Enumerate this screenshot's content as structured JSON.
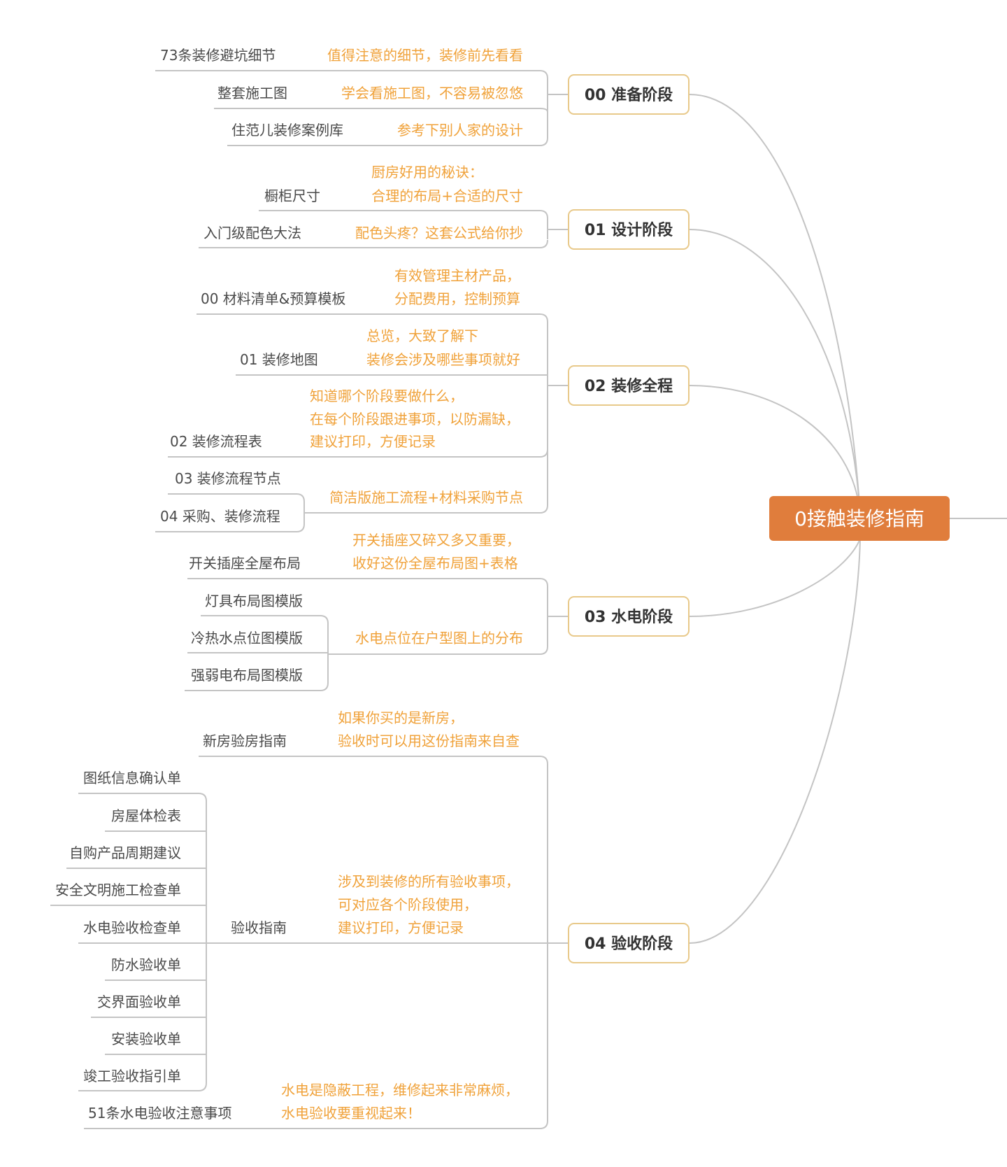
{
  "root": {
    "label": "0接触装修指南",
    "color": "#e07d3c"
  },
  "colors": {
    "note": "#f0a23a",
    "line": "#c4c4c4",
    "stage_border": "#e8c98a"
  },
  "stages": [
    {
      "label": "00 准备阶段",
      "items": [
        {
          "label": "73条装修避坑细节",
          "note": [
            "值得注意的细节，装修前先看看"
          ]
        },
        {
          "label": "整套施工图",
          "note": [
            "学会看施工图，不容易被忽悠"
          ]
        },
        {
          "label": "住范儿装修案例库",
          "note": [
            "参考下别人家的设计"
          ]
        }
      ]
    },
    {
      "label": "01 设计阶段",
      "items": [
        {
          "label": "橱柜尺寸",
          "note": [
            "厨房好用的秘诀：",
            "合理的布局+合适的尺寸"
          ]
        },
        {
          "label": "入门级配色大法",
          "note": [
            "配色头疼？这套公式给你抄"
          ]
        }
      ]
    },
    {
      "label": "02 装修全程",
      "items": [
        {
          "label": "00 材料清单&预算模板",
          "note": [
            "有效管理主材产品，",
            "分配费用，控制预算"
          ]
        },
        {
          "label": "01 装修地图",
          "note": [
            "总览，大致了解下",
            "装修会涉及哪些事项就好"
          ]
        },
        {
          "label": "02 装修流程表",
          "note": [
            "知道哪个阶段要做什么，",
            "在每个阶段跟进事项，以防漏缺，",
            "建议打印，方便记录"
          ]
        },
        {
          "label": "",
          "note": [
            "简洁版施工流程+材料采购节点"
          ],
          "children": [
            "03 装修流程节点",
            "04 采购、装修流程"
          ]
        }
      ]
    },
    {
      "label": "03 水电阶段",
      "items": [
        {
          "label": "开关插座全屋布局",
          "note": [
            "开关插座又碎又多又重要，",
            "收好这份全屋布局图+表格"
          ]
        },
        {
          "label": "",
          "note": [
            "水电点位在户型图上的分布"
          ],
          "children": [
            "灯具布局图模版",
            "冷热水点位图模版",
            "强弱电布局图模版"
          ]
        }
      ]
    },
    {
      "label": "04 验收阶段",
      "items": [
        {
          "label": "新房验房指南",
          "note": [
            "如果你买的是新房，",
            "验收时可以用这份指南来自查"
          ]
        },
        {
          "label": "验收指南",
          "note": [
            "涉及到装修的所有验收事项，",
            "可对应各个阶段使用，",
            "建议打印，方便记录"
          ],
          "children": [
            "图纸信息确认单",
            "房屋体检表",
            "自购产品周期建议",
            "安全文明施工检查单",
            "水电验收检查单",
            "防水验收单",
            "交界面验收单",
            "安装验收单",
            "竣工验收指引单"
          ]
        },
        {
          "label": "51条水电验收注意事项",
          "note": [
            "水电是隐蔽工程，维修起来非常麻烦，",
            "水电验收要重视起来！"
          ]
        }
      ]
    }
  ]
}
